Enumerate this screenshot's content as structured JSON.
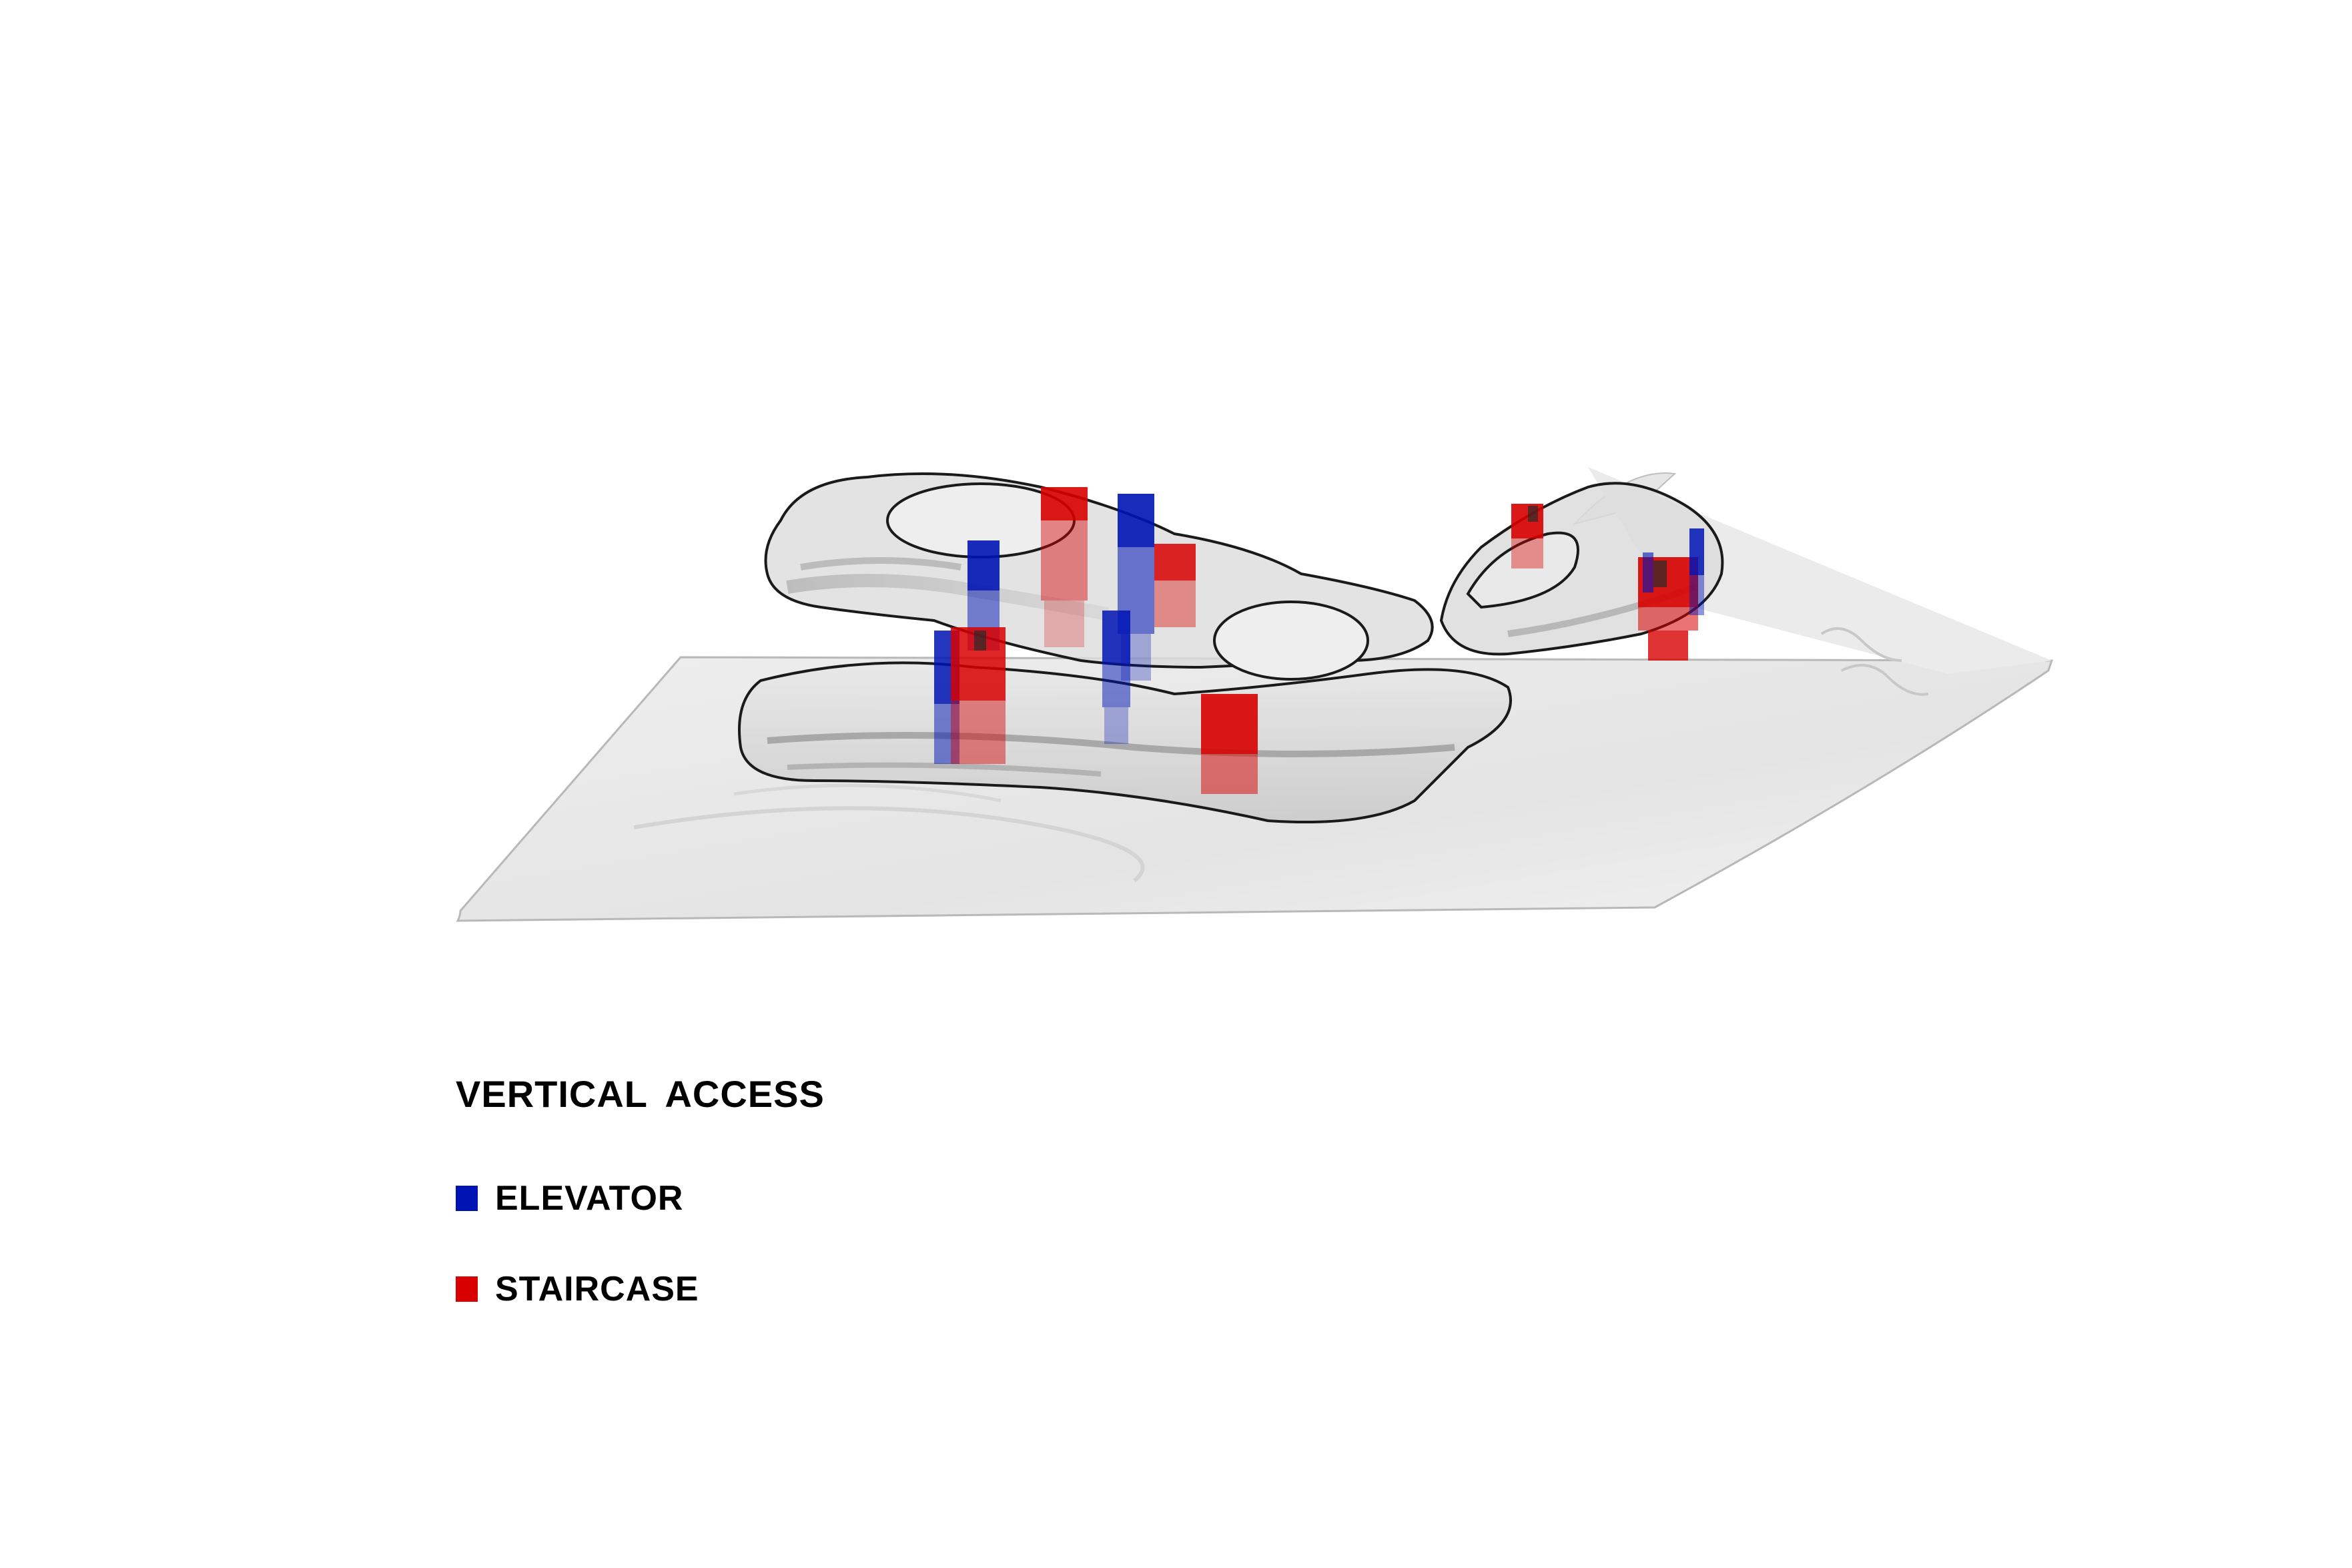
{
  "legend": {
    "title": "VERTICAL  ACCESS",
    "items": [
      {
        "key": "elevator",
        "label": "ELEVATOR",
        "color": "#0014b4"
      },
      {
        "key": "staircase",
        "label": "STAIRCASE",
        "color": "#d80000"
      }
    ]
  },
  "colors": {
    "background": "#ffffff",
    "site_plane": "#e6e6e6",
    "building_volume": "#d2d2d2",
    "outline": "#1a1a1a",
    "elevator": "#0014b4",
    "staircase": "#d80000"
  }
}
